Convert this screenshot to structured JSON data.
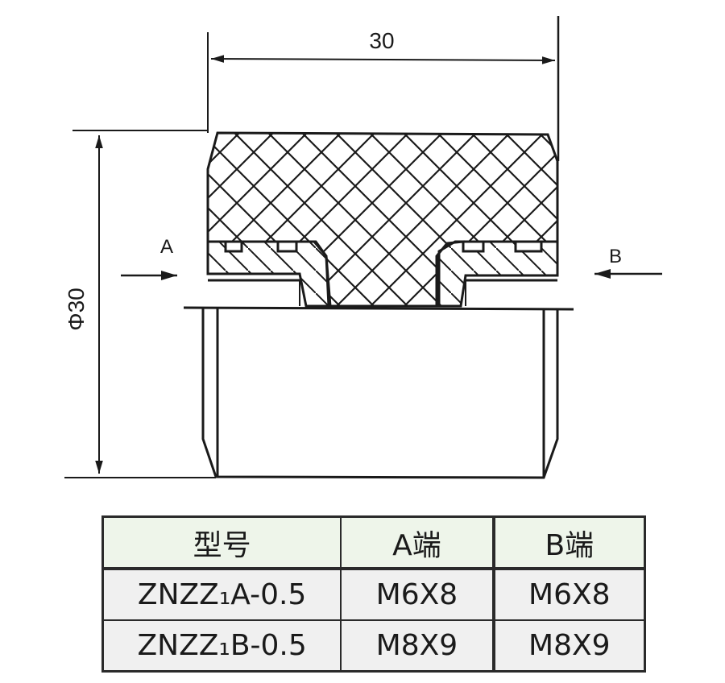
{
  "drawing": {
    "dimension_length": "30",
    "dimension_diameter": "Φ30",
    "arrow_a_label": "A",
    "arrow_b_label": "B"
  },
  "table": {
    "headers": [
      "型号",
      "A端",
      "B端"
    ],
    "rows": [
      [
        "ZNZZ₁A-0.5",
        "M6X8",
        "M6X8"
      ],
      [
        "ZNZZ₁B-0.5",
        "M8X9",
        "M8X9"
      ]
    ]
  },
  "colors": {
    "line": "#1a1a1a",
    "header_bg": "#eef5ea",
    "row_bg": "#f0f0f0"
  }
}
